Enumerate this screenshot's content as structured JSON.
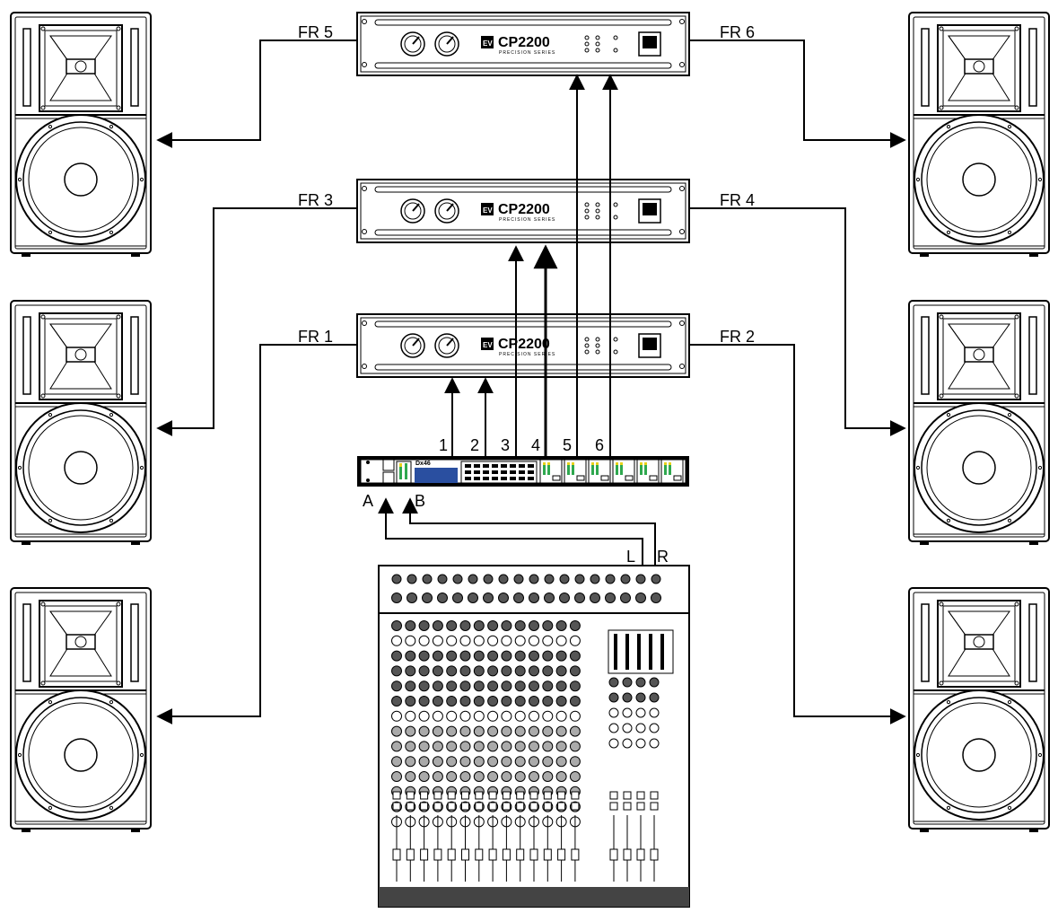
{
  "amplifiers": [
    {
      "model": "CP2200",
      "series": "PRECISION SERIES",
      "logo": "EV"
    },
    {
      "model": "CP2200",
      "series": "PRECISION SERIES",
      "logo": "EV"
    },
    {
      "model": "CP2200",
      "series": "PRECISION SERIES",
      "logo": "EV"
    }
  ],
  "speaker_labels": {
    "fr1": "FR 1",
    "fr2": "FR 2",
    "fr3": "FR 3",
    "fr4": "FR 4",
    "fr5": "FR 5",
    "fr6": "FR 6"
  },
  "processor": {
    "model": "Dx46",
    "outputs": [
      "1",
      "2",
      "3",
      "4",
      "5",
      "6"
    ],
    "input_a": "A",
    "input_b": "B"
  },
  "mixer": {
    "out_left": "L",
    "out_right": "R"
  },
  "colors": {
    "line": "#000000",
    "knob_dark": "#555555",
    "knob_mid": "#aaaaaa",
    "screen": "#2a4fa0",
    "meter_green": "#2fa84f",
    "meter_yellow": "#e8d21c",
    "mixer_base": "#444444"
  }
}
